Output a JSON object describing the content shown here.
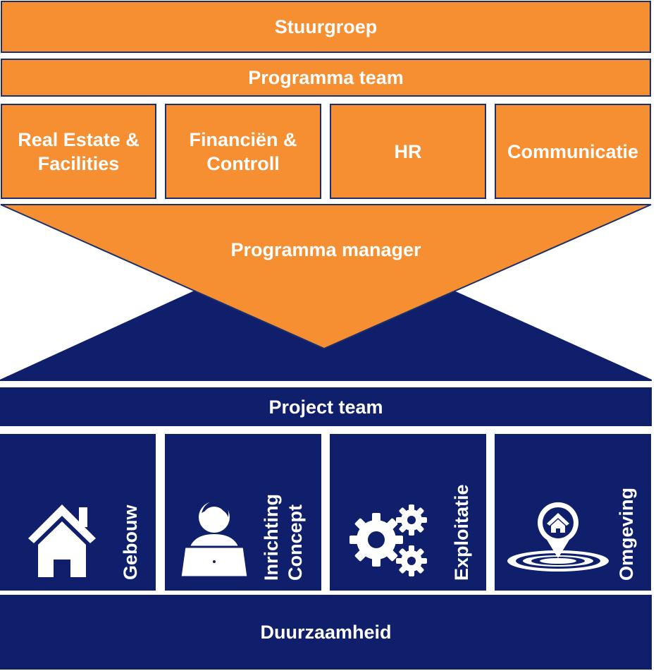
{
  "top": {
    "steering": "Stuurgroep",
    "program_team": "Programma team",
    "departments": [
      {
        "line1": "Real Estate &",
        "line2": "Facilities"
      },
      {
        "line1": "Financiën &",
        "line2": "Controll"
      },
      {
        "line1": "HR",
        "line2": ""
      },
      {
        "line1": "Communicatie",
        "line2": ""
      }
    ]
  },
  "center": {
    "program_manager": "Programma manager"
  },
  "bottom": {
    "project_team": "Project team",
    "pillars": [
      {
        "line1": "Gebouw",
        "line2": "",
        "icon": "house-icon"
      },
      {
        "line1": "Inrichting",
        "line2": "Concept",
        "icon": "person-laptop-icon"
      },
      {
        "line1": "Exploitatie",
        "line2": "",
        "icon": "gears-icon"
      },
      {
        "line1": "Omgeving",
        "line2": "",
        "icon": "location-pin-icon"
      }
    ],
    "sustainability": "Duurzaamheid"
  },
  "colors": {
    "orange": "#f68e32",
    "navy": "#0f1f6b",
    "border": "#1b2f6b"
  }
}
